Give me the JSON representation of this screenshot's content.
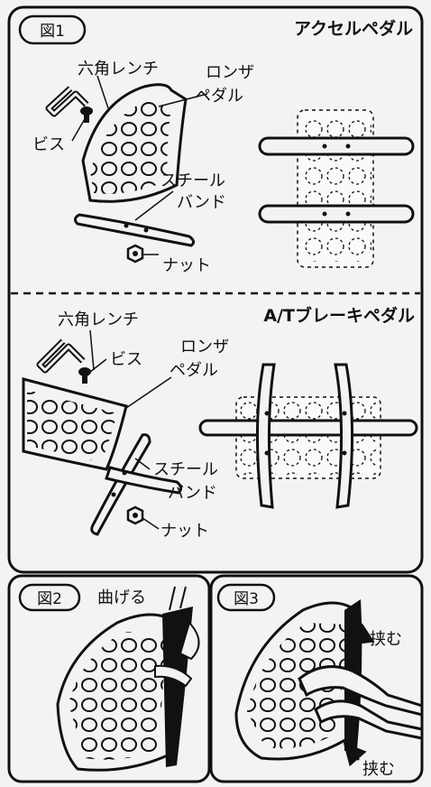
{
  "fig1": {
    "badge": "図1",
    "title_top": "アクセルペダル",
    "title_bottom": "A/Tブレーキペダル",
    "accel": {
      "hex_wrench": "六角レンチ",
      "screw": "ビス",
      "ronza_line1": "ロンザ",
      "ronza_line2": "ペダル",
      "steel_line1": "スチール",
      "steel_line2": "バンド",
      "nut": "ナット"
    },
    "brake": {
      "hex_wrench": "六角レンチ",
      "screw": "ビス",
      "ronza_line1": "ロンザ",
      "ronza_line2": "ペダル",
      "steel_line1": "スチール",
      "steel_line2": "バンド",
      "nut": "ナット"
    }
  },
  "fig2": {
    "badge": "図2",
    "caption": "曲げる"
  },
  "fig3": {
    "badge": "図3",
    "pinch_top": "挟む",
    "pinch_bottom": "挟む"
  },
  "colors": {
    "ink": "#111111",
    "paper": "#f3f3f1"
  }
}
